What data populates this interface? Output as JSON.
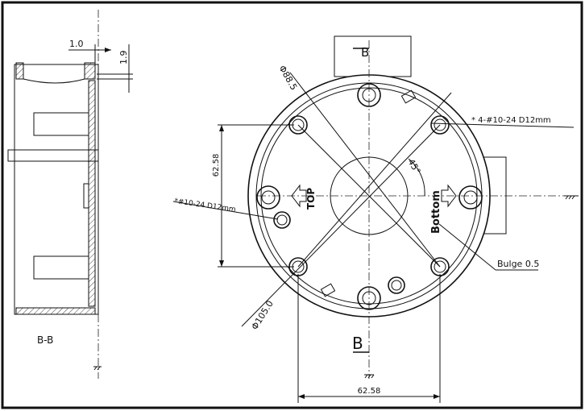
{
  "section": {
    "label": "B-B",
    "dim_wall": "1.0",
    "dim_step": "1.9"
  },
  "plan": {
    "section_mark_top": "B",
    "section_mark_bottom": "B",
    "dia_inner": "Φ88.5",
    "dia_outer": "Φ105.0",
    "dim_vertical": "62.58",
    "dim_horizontal": "62.58",
    "note_single_hole": "*#10-24 D12mm",
    "note_four_holes": "*   4-#10-24 D12mm",
    "label_top": "TOP",
    "label_bottom": "Bottom",
    "angle": "45°",
    "bulge": "Bulge 0.5"
  }
}
